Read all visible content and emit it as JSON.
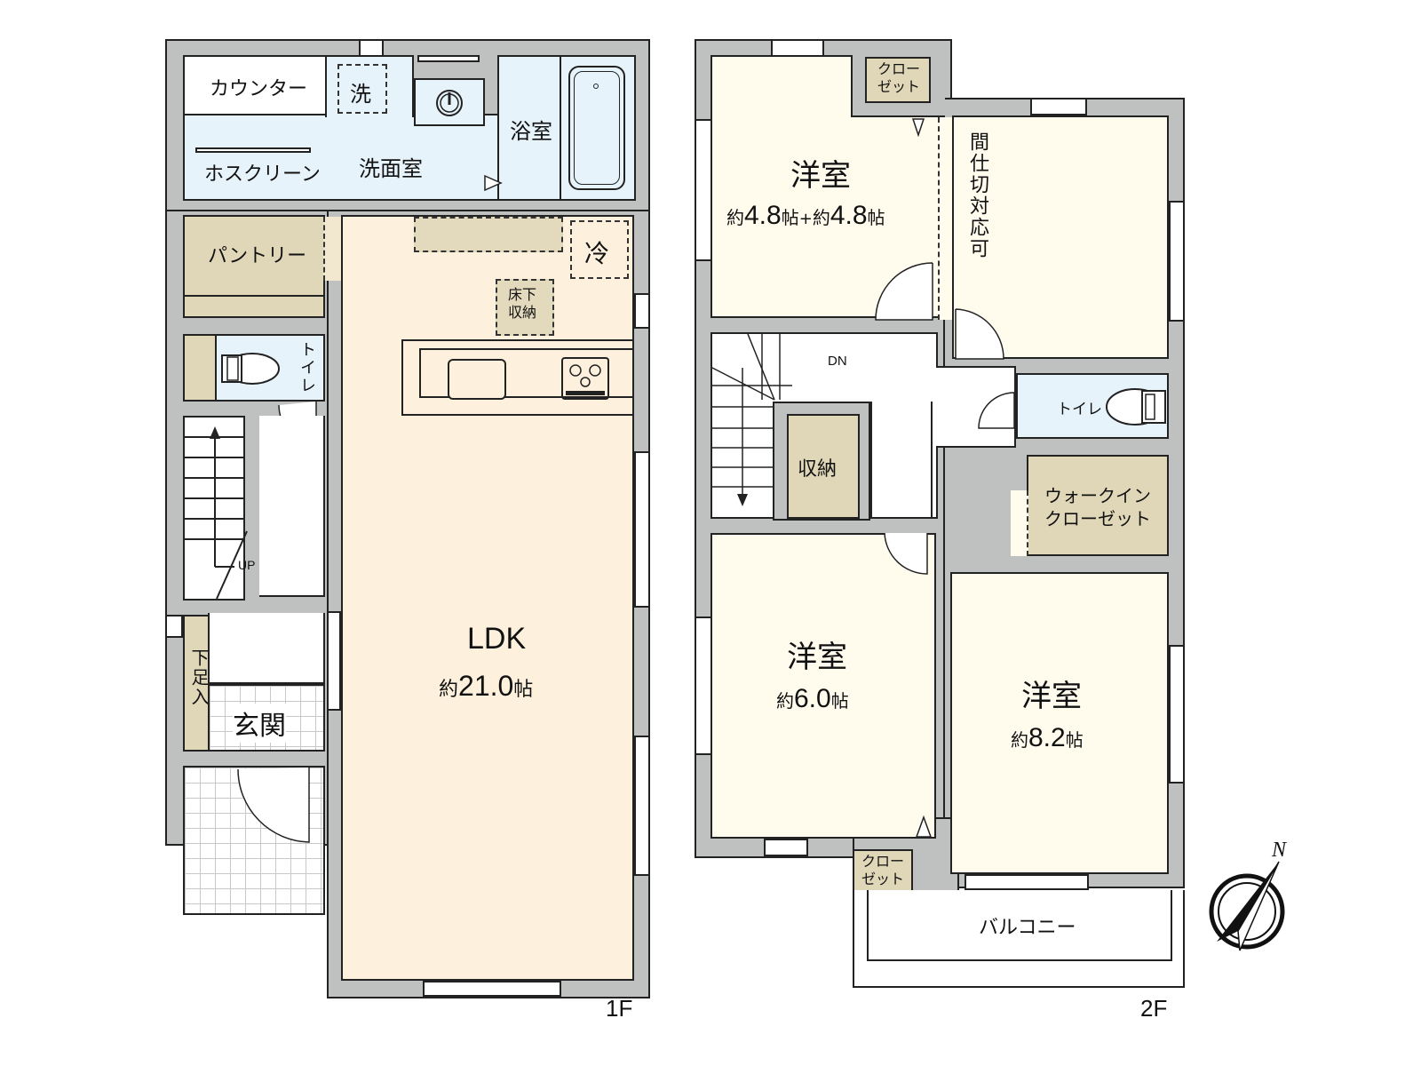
{
  "floors": [
    {
      "label": "1F",
      "rooms": {
        "counter": "カウンター",
        "washer": "洗",
        "hose_screen": "ホスクリーン",
        "washroom": "洗面室",
        "bathroom": "浴室",
        "pantry": "パントリー",
        "fridge": "冷",
        "underfloor_storage": "床下\n収納",
        "underfloor_storage_line1": "床下",
        "underfloor_storage_line2": "収納",
        "toilet": "トイレ",
        "shoe_box": "下足入",
        "entrance": "玄関",
        "ldk_name": "LDK",
        "ldk_size_prefix": "約",
        "ldk_size_value": "21.0",
        "ldk_size_unit": "帖",
        "stairs": "UP"
      }
    },
    {
      "label": "2F",
      "rooms": {
        "closet_top": "クロー\nゼット",
        "closet_line1": "クロー",
        "closet_line2": "ゼット",
        "western_room_a_name": "洋室",
        "western_room_a_size_prefix1": "約",
        "western_room_a_size_value1": "4.8",
        "western_room_a_size_unit1": "帖",
        "western_room_a_plus": "+",
        "western_room_a_size_prefix2": "約",
        "western_room_a_size_value2": "4.8",
        "western_room_a_size_unit2": "帖",
        "partition_note": "間仕切対応可",
        "stairs": "DN",
        "toilet": "トイレ",
        "storage": "収納",
        "walk_in_closet_line1": "ウォークイン",
        "walk_in_closet_line2": "クローゼット",
        "western_room_b_name": "洋室",
        "western_room_b_size_prefix": "約",
        "western_room_b_size_value": "6.0",
        "western_room_b_size_unit": "帖",
        "western_room_c_name": "洋室",
        "western_room_c_size_prefix": "約",
        "western_room_c_size_value": "8.2",
        "western_room_c_size_unit": "帖",
        "closet_bottom_line1": "クロー",
        "closet_bottom_line2": "ゼット",
        "balcony": "バルコニー"
      }
    }
  ],
  "compass": {
    "label": "N",
    "icon": "north-arrow-icon"
  },
  "colors": {
    "wall": "#bfc1c1",
    "ldk": "#fdf0dd",
    "wet_area": "#e6f3fb",
    "storage": "#e0d6b8",
    "western_room": "#fffcee",
    "outline": "#222222"
  }
}
